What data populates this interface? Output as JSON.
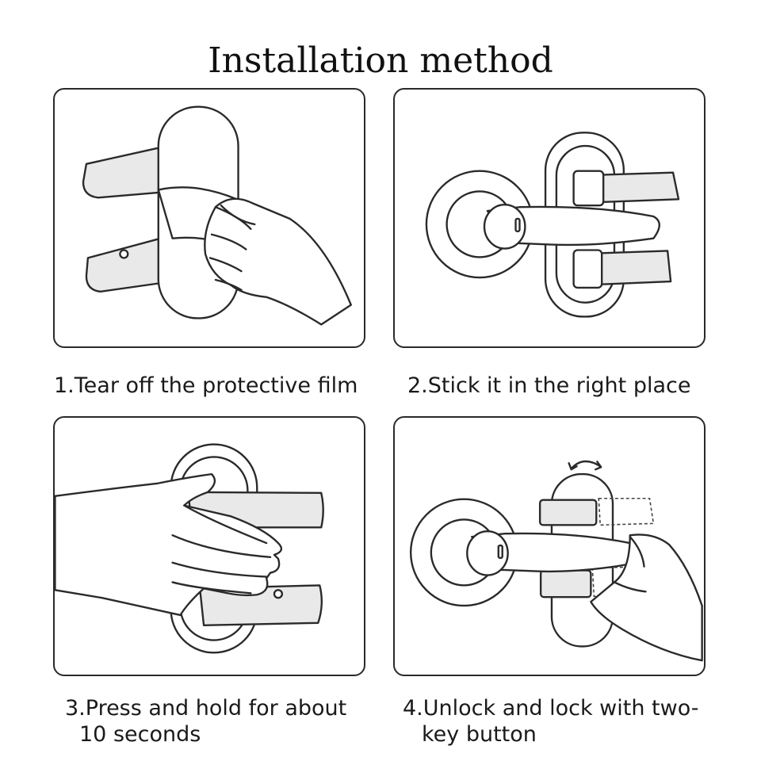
{
  "title": "Installation method",
  "steps": [
    {
      "line1": "1.Tear off the protective film",
      "line2": ""
    },
    {
      "line1": "2.Stick it in the right place",
      "line2": ""
    },
    {
      "line1": "3.Press and hold for about",
      "line2": "10 seconds"
    },
    {
      "line1": "4.Unlock and lock with two-",
      "line2": "key button"
    }
  ]
}
